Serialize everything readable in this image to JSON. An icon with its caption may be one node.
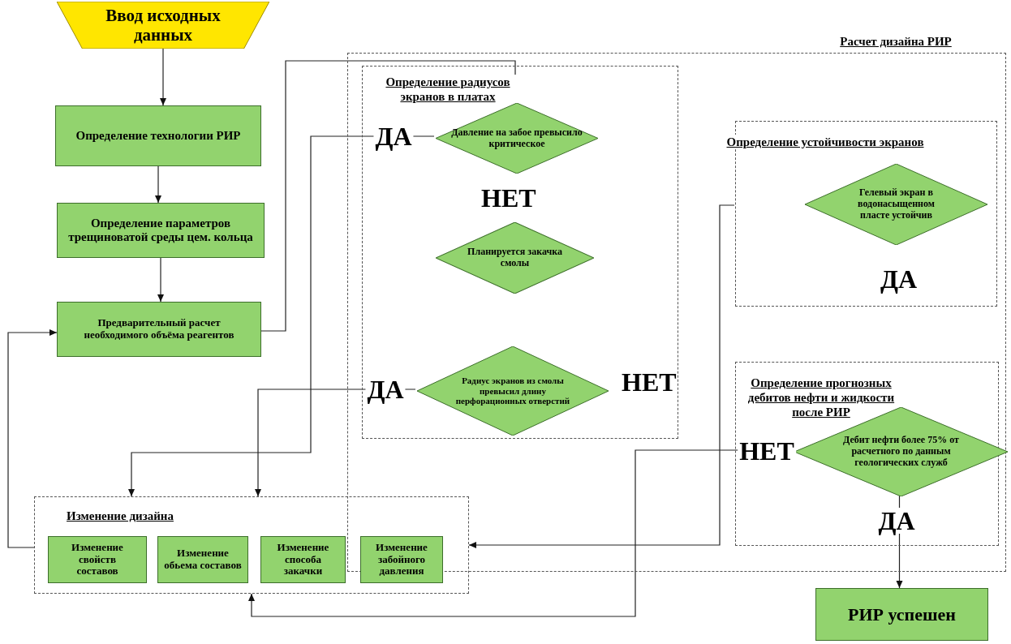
{
  "diagram": {
    "nodes": [
      {
        "text": [
          "Ввод исходных данных"
        ]
      },
      {
        "text": [
          "Определение технологии РИР"
        ]
      },
      {
        "text": [
          "Определение параметров трещиноватой среды цем. кольца"
        ]
      },
      {
        "text": [
          "Предварительный расчет необходимого объёма реагентов"
        ]
      },
      {
        "text": [
          "Расчет дизайна РИР"
        ]
      },
      {
        "text": [
          "Определение радиусов экранов в платах"
        ],
        "in": 4
      },
      {
        "text": [
          "Давление на забое превысило критическое"
        ],
        "in": 5
      },
      {
        "text": [
          "Планируется закачка смолы"
        ],
        "in": 5
      },
      {
        "text": [
          "Радиус экранов из смолы превысил длину перфорационных отверстий"
        ],
        "in": 5
      },
      {
        "text": [
          "Определение устойчивости экранов"
        ],
        "in": 4
      },
      {
        "text": [
          "Гелевый экран в водонасыщенном пласте устойчив"
        ],
        "in": 9
      },
      {
        "text": [
          "Определение прогнозных дебитов нефти и жидкости после РИР"
        ],
        "in": 4
      },
      {
        "text": [
          "Дебит нефти более 75% от расчетного по данным геологических служб"
        ],
        "in": 11
      },
      {
        "text": [
          "РИР успешен"
        ]
      },
      {
        "text": [
          "Изменение дизайна"
        ]
      },
      {
        "text": [
          "Изменение свойств составов"
        ],
        "in": 14
      },
      {
        "text": [
          "Изменение обьема составов"
        ],
        "in": 14
      },
      {
        "text": [
          "Изменение способа закачки"
        ],
        "in": 14
      },
      {
        "text": [
          "Изменение забойного давления"
        ],
        "in": 14
      }
    ],
    "edges": [
      {
        "from": 0,
        "to": 1,
        "arrow": "to"
      },
      {
        "from": 1,
        "to": 2,
        "arrow": "to"
      },
      {
        "from": 2,
        "to": 3,
        "arrow": "to"
      },
      {
        "from": 3,
        "to": 6,
        "arrow": "to"
      },
      {
        "from": 6,
        "to": 14,
        "arrow": "to",
        "label": "ДА"
      },
      {
        "from": 8,
        "to": 14,
        "arrow": "to",
        "label": "ДА"
      },
      {
        "from": 9,
        "to": 14,
        "arrow": "to"
      },
      {
        "from": 12,
        "to": 14,
        "arrow": "to",
        "label": "НЕТ"
      },
      {
        "from": 12,
        "to": 13,
        "arrow": "to",
        "label": "ДА"
      },
      {
        "from": 14,
        "to": 3,
        "arrow": "to"
      }
    ],
    "labels": [
      "НЕТ",
      "НЕТ",
      "ДА"
    ]
  }
}
